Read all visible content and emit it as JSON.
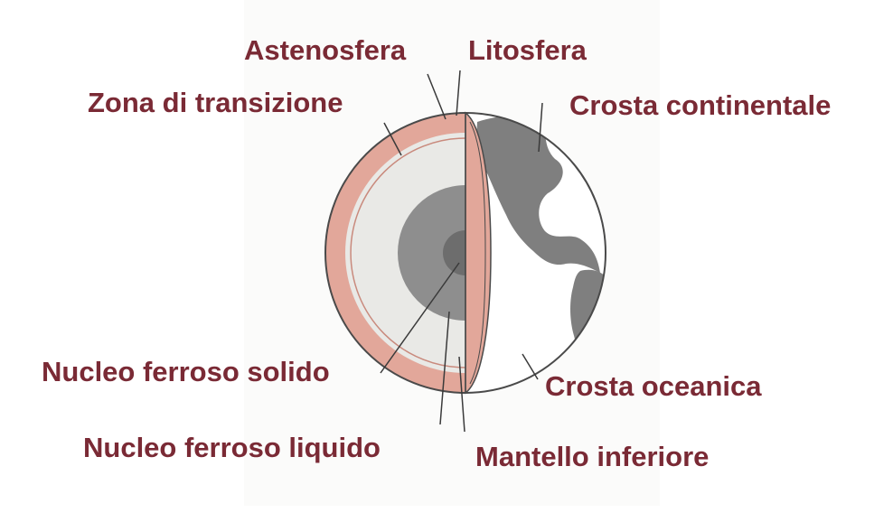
{
  "colors": {
    "label": "#7a2a35",
    "crust_band": "#e2a79a",
    "mantle": "#e9e9e6",
    "outer_core": "#8e8e8e",
    "inner_core": "#6d6d6d",
    "continents": "#7f7f7f",
    "ocean": "#ffffff",
    "outline": "#4a4a4a",
    "leader": "#3a3a3a"
  },
  "labels": {
    "astenosfera": "Astenosfera",
    "litosfera": "Litosfera",
    "zona_transizione": "Zona di transizione",
    "crosta_continentale": "Crosta continentale",
    "nucleo_solido": "Nucleo ferroso solido",
    "crosta_oceanica": "Crosta oceanica",
    "nucleo_liquido": "Nucleo ferroso liquido",
    "mantello_inferiore": "Mantello inferiore"
  }
}
